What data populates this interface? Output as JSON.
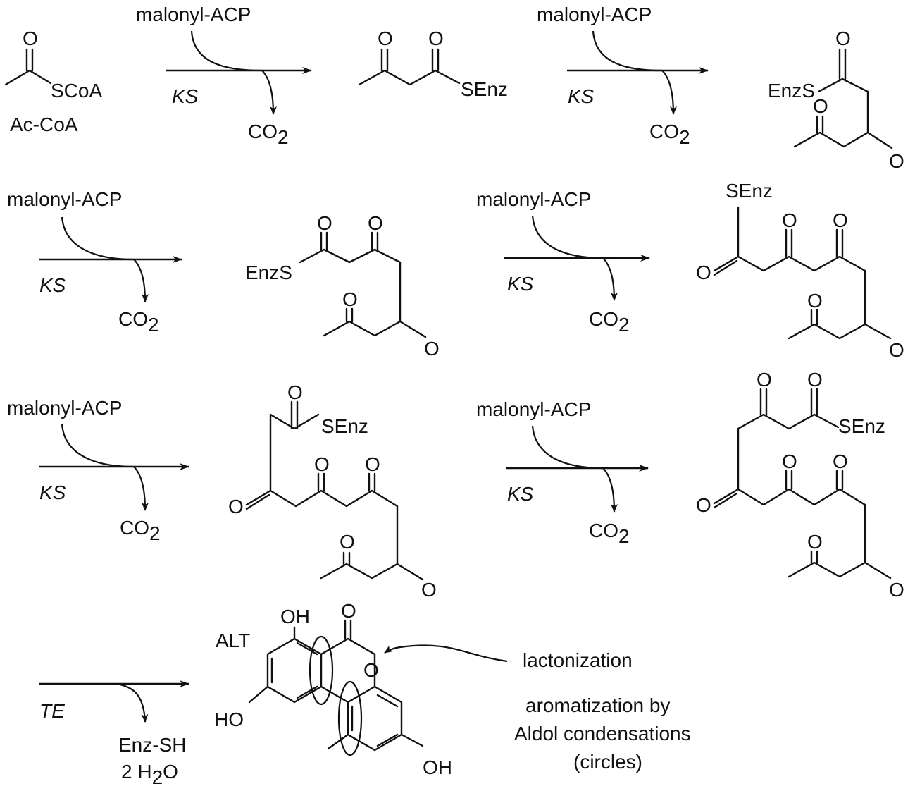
{
  "reagents": {
    "malonyl": "malonyl-ACP",
    "ks": "KS",
    "co2_main": "CO",
    "co2_sub": "2",
    "te": "TE",
    "enzsh": "Enz-SH",
    "water_pre": "2 H",
    "water_sub": "2",
    "water_post": "O"
  },
  "atoms": {
    "oxygen": "O",
    "scoa": "SCoA",
    "senz": "SEnz",
    "enzs": "EnzS",
    "oh": "OH",
    "ho": "HO"
  },
  "labels": {
    "acetyl_coa": "Ac-CoA",
    "product": "ALT",
    "lactonization": "lactonization",
    "aromatization_1": "aromatization by",
    "aromatization_2": "Aldol condensations",
    "aromatization_3": "(circles)"
  }
}
